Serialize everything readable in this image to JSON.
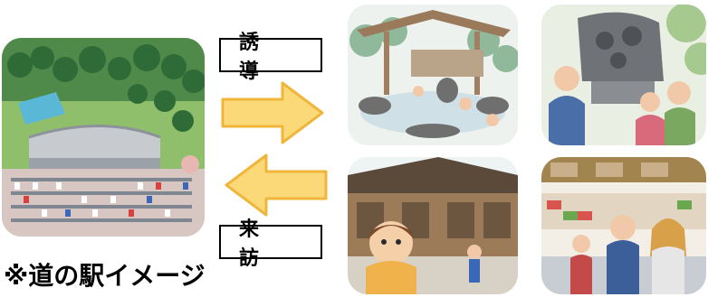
{
  "labels": {
    "guide": "誘 導",
    "visit": "来 訪"
  },
  "caption": "※道の駅イメージ",
  "images": {
    "station": "roadside-station-aerial-illustration",
    "onsen": "outdoor-hot-spring-illustration",
    "statue": "stone-lion-statue-family-illustration",
    "street": "old-town-street-girl-illustration",
    "market": "local-market-shoppers-illustration"
  },
  "colors": {
    "arrow_fill": "#fbd978",
    "arrow_stroke": "#f0b63a",
    "text": "#000000"
  }
}
